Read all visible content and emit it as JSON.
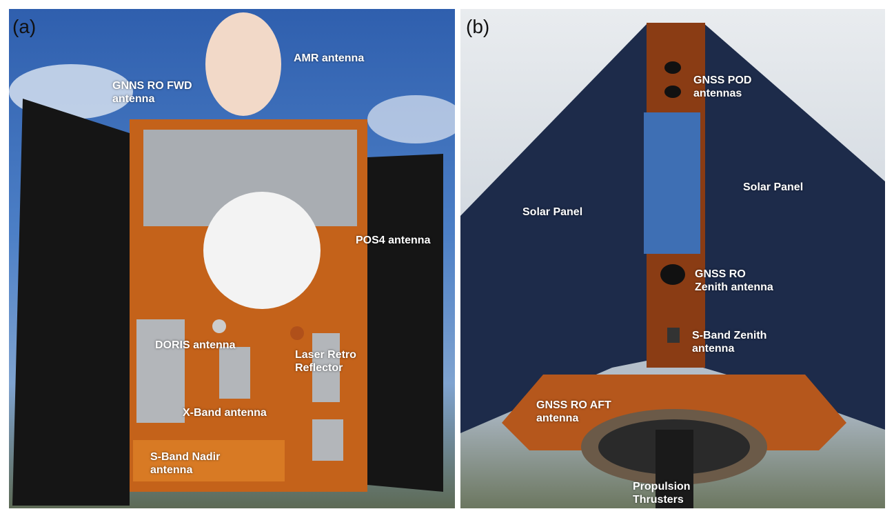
{
  "panel_a": {
    "tag": "(a)",
    "labels": {
      "amr": "AMR antenna",
      "gnns_fwd": "GNNS RO FWD\nantenna",
      "pos4": "POS4 antenna",
      "doris": "DORIS antenna",
      "laser": "Laser Retro\nReflector",
      "xband": "X-Band antenna",
      "sband_nadir": "S-Band Nadir\nantenna"
    }
  },
  "panel_b": {
    "tag": "(b)",
    "labels": {
      "gnss_pod": "GNSS POD\nantennas",
      "solar_left": "Solar Panel",
      "solar_right": "Solar Panel",
      "gnss_ro_zenith": "GNSS RO\nZenith antenna",
      "sband_zenith": "S-Band Zenith\nantenna",
      "gnss_ro_aft": "GNSS RO AFT\nantenna",
      "propulsion": "Propulsion\nThrusters"
    }
  }
}
